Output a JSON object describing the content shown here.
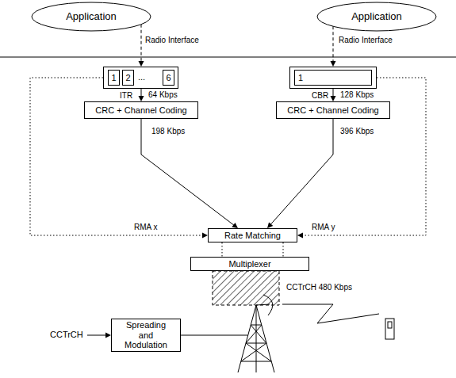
{
  "diagram": {
    "nodes": [
      {
        "text": [
          "Application"
        ]
      },
      {
        "text": [
          "Application"
        ]
      },
      {
        "text": [
          "...",
          "ITR"
        ]
      },
      {
        "text": [
          "1"
        ],
        "in": 2
      },
      {
        "text": [
          "2"
        ],
        "in": 2
      },
      {
        "text": [
          "6"
        ],
        "in": 2
      },
      {
        "text": [
          "CBR"
        ]
      },
      {
        "text": [
          "1"
        ],
        "in": 6
      },
      {
        "text": [
          "CRC + Channel Coding"
        ]
      },
      {
        "text": [
          "CRC + Channel Coding"
        ]
      },
      {
        "text": [
          "Rate Matching"
        ]
      },
      {
        "text": [
          "Multiplexer"
        ]
      },
      {
        "text": [
          "Spreading and Modulation"
        ]
      }
    ],
    "edges": [
      {
        "from": 0,
        "to": 2,
        "arrow": "to",
        "label": "Radio Interface"
      },
      {
        "from": 1,
        "to": 6,
        "arrow": "to",
        "label": "Radio Interface"
      },
      {
        "from": 2,
        "to": 8,
        "arrow": "to",
        "label": "64 Kbps"
      },
      {
        "from": 6,
        "to": 9,
        "arrow": "to",
        "label": "128 Kbps"
      },
      {
        "from": 8,
        "to": 10,
        "arrow": "to",
        "label": "198 Kbps"
      },
      {
        "from": 9,
        "to": 10,
        "arrow": "to",
        "label": "396 Kbps"
      },
      {
        "from": 2,
        "to": 10,
        "arrow": "to",
        "label": "RMA x"
      },
      {
        "from": 6,
        "to": 10,
        "arrow": "to",
        "label": "RMA y"
      },
      {
        "from": 10,
        "to": 11,
        "arrow": "none"
      },
      {
        "from": 10,
        "to": 11,
        "arrow": "none"
      }
    ],
    "labels": [
      "CCTrCH 480 Kbps",
      "CCTrCH"
    ]
  }
}
